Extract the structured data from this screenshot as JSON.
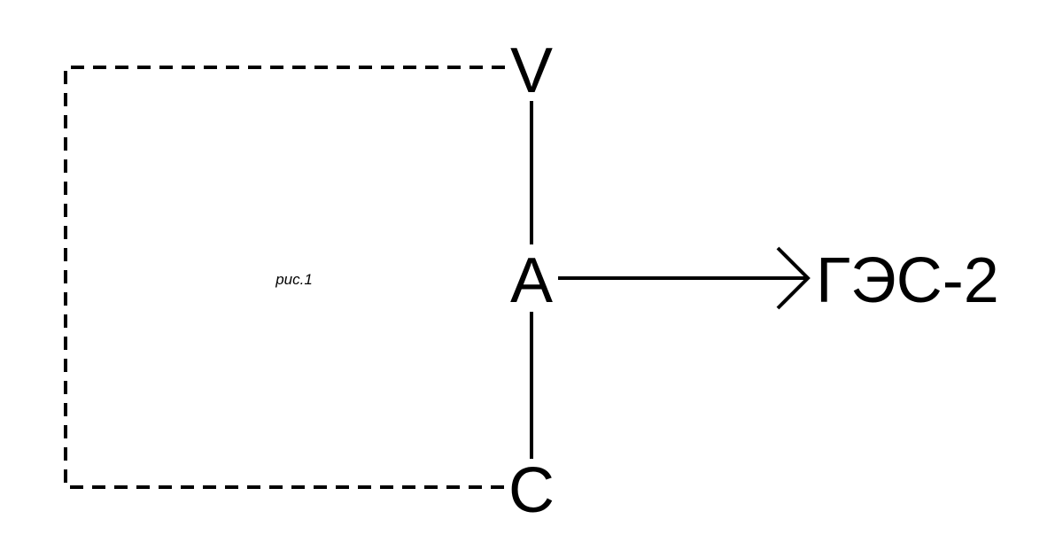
{
  "nodes": {
    "v": "V",
    "a": "A",
    "c": "C",
    "target": "ГЭС-2"
  },
  "caption": "рис.1",
  "colors": {
    "stroke": "#000000",
    "background": "#ffffff"
  }
}
